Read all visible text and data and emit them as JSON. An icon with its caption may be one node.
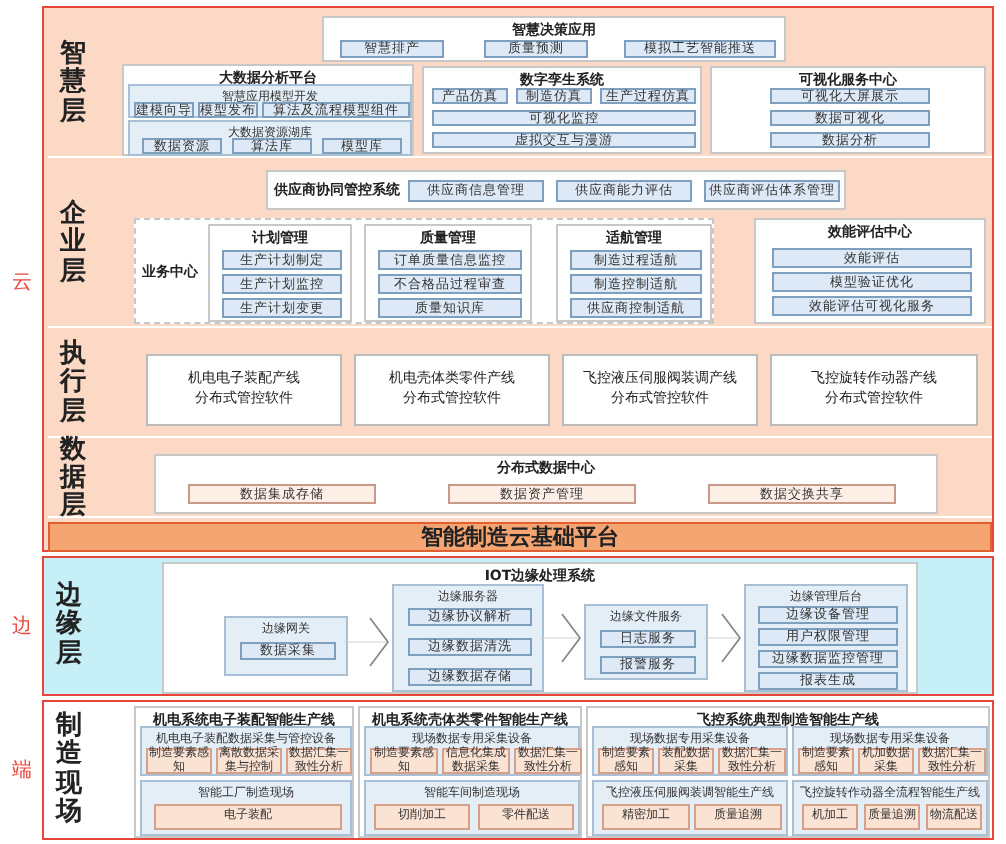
{
  "diagram": {
    "nodes": [
      {
        "text": [],
        "shape": "box",
        "beside": [
          "云"
        ]
      },
      {
        "text": [
          "智慧层"
        ],
        "in": 0
      },
      {
        "text": [
          "智慧决策应用"
        ],
        "in": 1
      },
      {
        "text": [
          "智慧排产"
        ],
        "in": 2
      },
      {
        "text": [
          "质量预测"
        ],
        "in": 2
      },
      {
        "text": [
          "模拟工艺智能推送"
        ],
        "in": 2
      },
      {
        "text": [
          "大数据分析平台"
        ],
        "in": 1
      },
      {
        "text": [
          "智慧应用模型开发"
        ],
        "in": 6
      },
      {
        "text": [
          "建模向导"
        ],
        "in": 7
      },
      {
        "text": [
          "模型发布"
        ],
        "in": 7
      },
      {
        "text": [
          "算法及流程模型组件"
        ],
        "in": 7
      },
      {
        "text": [
          "大数据资源湖库"
        ],
        "in": 6
      },
      {
        "text": [
          "数据资源"
        ],
        "in": 11
      },
      {
        "text": [
          "算法库"
        ],
        "in": 11
      },
      {
        "text": [
          "模型库"
        ],
        "in": 11
      },
      {
        "text": [
          "数字孪生系统"
        ],
        "in": 1
      },
      {
        "text": [
          "产品仿真"
        ],
        "in": 15
      },
      {
        "text": [
          "制造仿真"
        ],
        "in": 15
      },
      {
        "text": [
          "生产过程仿真"
        ],
        "in": 15
      },
      {
        "text": [
          "可视化监控"
        ],
        "in": 15
      },
      {
        "text": [
          "虚拟交互与漫游"
        ],
        "in": 15
      },
      {
        "text": [
          "可视化服务中心"
        ],
        "in": 1
      },
      {
        "text": [
          "可视化大屏展示"
        ],
        "in": 21
      },
      {
        "text": [
          "数据可视化"
        ],
        "in": 21
      },
      {
        "text": [
          "数据分析"
        ],
        "in": 21
      },
      {
        "text": [
          "企业层"
        ],
        "in": 0
      },
      {
        "text": [
          "供应商协同管控系统"
        ],
        "in": 25
      },
      {
        "text": [
          "供应商信息管理"
        ],
        "in": 26
      },
      {
        "text": [
          "供应商能力评估"
        ],
        "in": 26
      },
      {
        "text": [
          "供应商评估体系管理"
        ],
        "in": 26
      },
      {
        "text": [
          "业务中心"
        ],
        "in": 25
      },
      {
        "text": [
          "计划管理"
        ],
        "in": 30
      },
      {
        "text": [
          "生产计划制定"
        ],
        "in": 31
      },
      {
        "text": [
          "生产计划监控"
        ],
        "in": 31
      },
      {
        "text": [
          "生产计划变更"
        ],
        "in": 31
      },
      {
        "text": [
          "质量管理"
        ],
        "in": 30
      },
      {
        "text": [
          "订单质量信息监控"
        ],
        "in": 35
      },
      {
        "text": [
          "不合格品过程审查"
        ],
        "in": 35
      },
      {
        "text": [
          "质量知识库"
        ],
        "in": 35
      },
      {
        "text": [
          "适航管理"
        ],
        "in": 30
      },
      {
        "text": [
          "制造过程适航"
        ],
        "in": 39
      },
      {
        "text": [
          "制造控制适航"
        ],
        "in": 39
      },
      {
        "text": [
          "供应商控制适航"
        ],
        "in": 39
      },
      {
        "text": [
          "效能评估中心"
        ],
        "in": 25
      },
      {
        "text": [
          "效能评估"
        ],
        "in": 43
      },
      {
        "text": [
          "模型验证优化"
        ],
        "in": 43
      },
      {
        "text": [
          "效能评估可视化服务"
        ],
        "in": 43
      },
      {
        "text": [
          "执行层"
        ],
        "in": 0
      },
      {
        "text": [
          "机电电子装配产线",
          "分布式管控软件"
        ],
        "in": 47
      },
      {
        "text": [
          "机电壳体类零件产线",
          "分布式管控软件"
        ],
        "in": 47
      },
      {
        "text": [
          "飞控液压伺服阀装调产线",
          "分布式管控软件"
        ],
        "in": 47
      },
      {
        "text": [
          "飞控旋转作动器产线",
          "分布式管控软件"
        ],
        "in": 47
      },
      {
        "text": [
          "数据层"
        ],
        "in": 0
      },
      {
        "text": [
          "分布式数据中心"
        ],
        "in": 52
      },
      {
        "text": [
          "数据集成存储"
        ],
        "in": 53
      },
      {
        "text": [
          "数据资产管理"
        ],
        "in": 53
      },
      {
        "text": [
          "数据交换共享"
        ],
        "in": 53
      },
      {
        "text": [
          "智能制造云基础平台"
        ],
        "in": 0
      },
      {
        "text": [
          "边缘层"
        ],
        "beside": [
          "边"
        ]
      },
      {
        "text": [
          "IOT边缘处理系统"
        ],
        "in": 58
      },
      {
        "text": [
          "边缘网关"
        ],
        "in": 59
      },
      {
        "text": [
          "数据采集"
        ],
        "in": 60
      },
      {
        "text": [
          "边缘服务器"
        ],
        "in": 59
      },
      {
        "text": [
          "边缘协议解析"
        ],
        "in": 62
      },
      {
        "text": [
          "边缘数据清洗"
        ],
        "in": 62
      },
      {
        "text": [
          "边缘数据存储"
        ],
        "in": 62
      },
      {
        "text": [
          "边缘文件服务"
        ],
        "in": 59
      },
      {
        "text": [
          "日志服务"
        ],
        "in": 66
      },
      {
        "text": [
          "报警服务"
        ],
        "in": 66
      },
      {
        "text": [
          "边缘管理后台"
        ],
        "in": 59
      },
      {
        "text": [
          "边缘设备管理"
        ],
        "in": 69
      },
      {
        "text": [
          "用户权限管理"
        ],
        "in": 69
      },
      {
        "text": [
          "边缘数据监控管理"
        ],
        "in": 69
      },
      {
        "text": [
          "报表生成"
        ],
        "in": 69
      },
      {
        "text": [
          "制造现场"
        ],
        "beside": [
          "端"
        ]
      },
      {
        "text": [
          "机电系统电子装配智能生产线"
        ],
        "in": 74
      },
      {
        "text": [
          "机电电子装配数据采集与管控设备"
        ],
        "in": 75
      },
      {
        "text": [
          "制造要素感知"
        ],
        "in": 76
      },
      {
        "text": [
          "离散数据采集与控制"
        ],
        "in": 76
      },
      {
        "text": [
          "数据汇集一致性分析"
        ],
        "in": 76
      },
      {
        "text": [
          "智能工厂制造现场"
        ],
        "in": 75
      },
      {
        "text": [
          "电子装配"
        ],
        "in": 80
      },
      {
        "text": [
          "机电系统壳体类零件智能生产线"
        ],
        "in": 74
      },
      {
        "text": [
          "现场数据专用采集设备"
        ],
        "in": 82
      },
      {
        "text": [
          "制造要素感知"
        ],
        "in": 83
      },
      {
        "text": [
          "信息化集成数据采集"
        ],
        "in": 83
      },
      {
        "text": [
          "数据汇集一致性分析"
        ],
        "in": 83
      },
      {
        "text": [
          "智能车间制造现场"
        ],
        "in": 82
      },
      {
        "text": [
          "切削加工"
        ],
        "in": 87
      },
      {
        "text": [
          "零件配送"
        ],
        "in": 87
      },
      {
        "text": [
          "飞控系统典型制造智能生产线"
        ],
        "in": 74
      },
      {
        "text": [
          "现场数据专用采集设备"
        ],
        "in": 90
      },
      {
        "text": [
          "制造要素感知"
        ],
        "in": 91
      },
      {
        "text": [
          "装配数据采集"
        ],
        "in": 91
      },
      {
        "text": [
          "数据汇集一致性分析"
        ],
        "in": 91
      },
      {
        "text": [
          "飞控液压伺服阀装调智能生产线"
        ],
        "in": 90
      },
      {
        "text": [
          "精密加工"
        ],
        "in": 95
      },
      {
        "text": [
          "质量追溯"
        ],
        "in": 95
      },
      {
        "text": [
          "现场数据专用采集设备"
        ],
        "in": 90
      },
      {
        "text": [
          "制造要素感知"
        ],
        "in": 98
      },
      {
        "text": [
          "机加数据采集"
        ],
        "in": 98
      },
      {
        "text": [
          "数据汇集一致性分析"
        ],
        "in": 98
      },
      {
        "text": [
          "飞控旋转作动器全流程智能生产线"
        ],
        "in": 90
      },
      {
        "text": [
          "机加工"
        ],
        "in": 102
      },
      {
        "text": [
          "质量追溯"
        ],
        "in": 102
      },
      {
        "text": [
          "物流配送"
        ],
        "in": 102
      }
    ],
    "edges": [
      {
        "from": 60,
        "to": 62,
        "arrow": "to"
      },
      {
        "from": 62,
        "to": 66,
        "arrow": "to"
      },
      {
        "from": 66,
        "to": 69,
        "arrow": "to"
      }
    ]
  }
}
